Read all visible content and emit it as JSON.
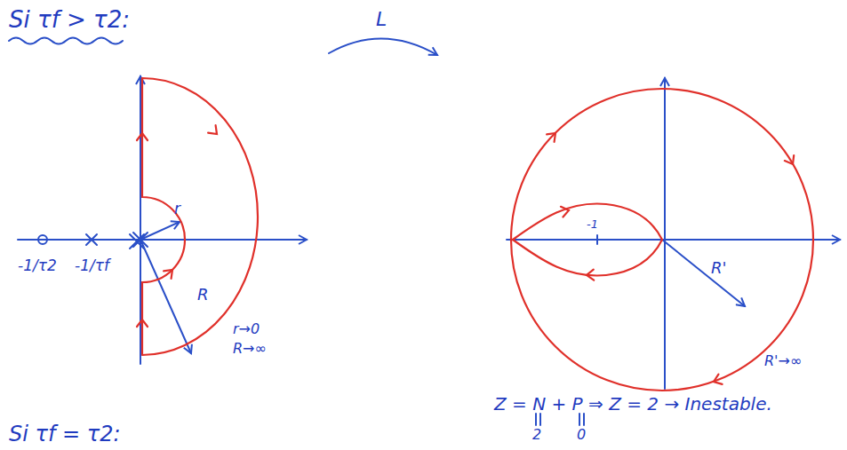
{
  "diagram": {
    "labels": [
      "Si τf > τ2:",
      "L",
      "-1/τ2",
      "-1/τf",
      "r",
      "R",
      "r→0",
      "R→∞",
      "-1",
      "R'",
      "R'→∞",
      "Z = N + P ⇒ Z = 2 → Inestable.",
      "2",
      "0",
      "Si τf = τ2:"
    ]
  }
}
